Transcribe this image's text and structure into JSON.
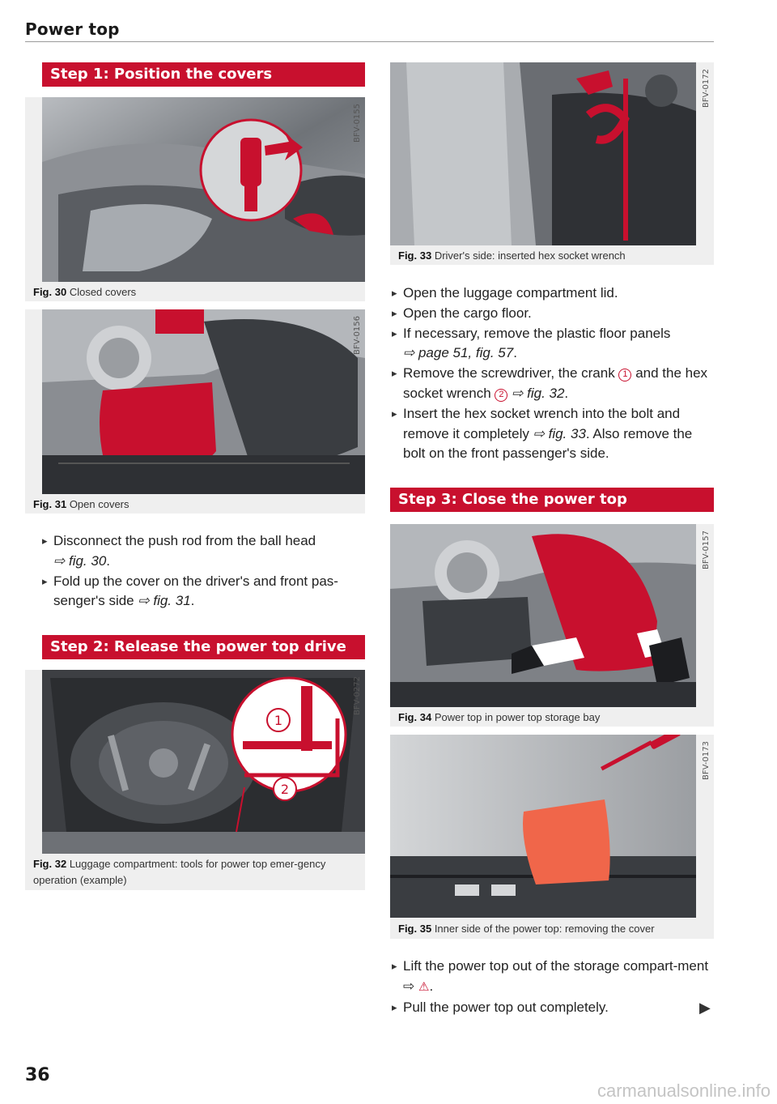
{
  "header": {
    "title": "Power top"
  },
  "left": {
    "step1": {
      "heading": "Step 1: Position the covers"
    },
    "fig30": {
      "id": "BFV-0155",
      "num": "Fig. 30",
      "caption": "Closed covers"
    },
    "fig31": {
      "id": "BFV-0156",
      "num": "Fig. 31",
      "caption": "Open covers"
    },
    "bullets": [
      {
        "text": "Disconnect the push rod from the ball head",
        "ref": "⇨ fig. 30",
        "tail": "."
      },
      {
        "text": "Fold up the cover on the driver's and front pas-senger's side",
        "ref": "⇨ fig. 31",
        "tail": "."
      }
    ],
    "step2": {
      "heading": "Step 2: Release the power top drive"
    },
    "fig32": {
      "id": "BFV-0272",
      "num": "Fig. 32",
      "caption": "Luggage compartment: tools for power top emer-gency operation (example)",
      "callout1": "1",
      "callout2": "2"
    }
  },
  "right": {
    "fig33": {
      "id": "BFV-0172",
      "num": "Fig. 33",
      "caption": "Driver's side: inserted hex socket wrench"
    },
    "bullets": {
      "b1": "Open the luggage compartment lid.",
      "b2": "Open the cargo floor.",
      "b3_text": "If necessary, remove the plastic floor panels",
      "b3_ref": "⇨ page 51, fig. 57",
      "b4_a": "Remove the screwdriver, the crank",
      "b4_c1": "1",
      "b4_b": "and the hex socket wrench",
      "b4_c2": "2",
      "b4_ref": "⇨ fig. 32",
      "b5_a": "Insert the hex socket wrench into the bolt and remove it completely",
      "b5_ref": "⇨ fig. 33",
      "b5_b": ". Also remove the bolt on the front passenger's side."
    },
    "step3": {
      "heading": "Step 3: Close the power top"
    },
    "fig34": {
      "id": "BFV-0157",
      "num": "Fig. 34",
      "caption": "Power top in power top storage bay"
    },
    "fig35": {
      "id": "BFV-0173",
      "num": "Fig. 35",
      "caption": "Inner side of the power top: removing the cover"
    },
    "bullets2": {
      "c1_a": "Lift the power top out of the storage compart-ment",
      "c1_ref": "⇨",
      "c1_warn": "⚠",
      "c2": "Pull the power top out completely."
    }
  },
  "footer": {
    "page": "36",
    "watermark": "carmanualsonline.info",
    "next_icon": "▶"
  },
  "colors": {
    "accent": "#c8102e",
    "caption_bg": "#efefef"
  }
}
